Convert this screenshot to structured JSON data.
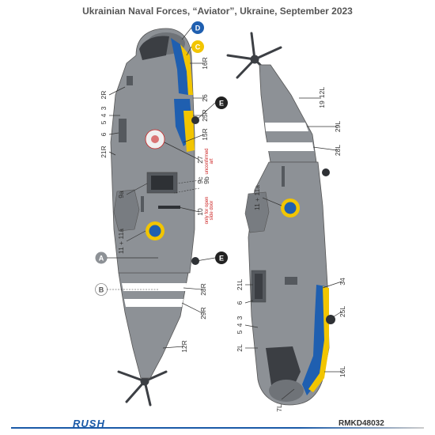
{
  "title": "Ukrainian Naval Forces, “Aviator”, Ukraine, September 2023",
  "brand": "RUSH",
  "code": "RMKD48032",
  "colors": {
    "fuselage": "#8d9196",
    "dark": "#6f7378",
    "blue": "#1f5fb0",
    "yellow": "#f2c500",
    "stripe": "#ffffff"
  },
  "badges": {
    "d": "D",
    "c": "C",
    "e1": "E",
    "e2": "E",
    "a": "A",
    "b": "B"
  },
  "left_labels": {
    "l2r": "2R",
    "l3": "3",
    "l4": "4",
    "l5": "5",
    "l6": "6",
    "l21r": "21R",
    "l9a": "9a",
    "l11": "11 + 11a"
  },
  "center_labels": {
    "c16r": "16R",
    "c26": "26",
    "c25r": "25R",
    "c15r": "15R",
    "c27": "27",
    "c9c": "9c",
    "c9b": "9b",
    "c10": "10",
    "c28r": "28R",
    "c29r": "29R",
    "c12r": "12R",
    "note1": "unconfirmed",
    "note2": "art",
    "note3": "only for open",
    "note4": "side door"
  },
  "right_labels": {
    "r19": "19",
    "r12l": "12L",
    "r29l": "29L",
    "r28l": "28L",
    "r11": "11 + 11a",
    "r21l": "21L",
    "r6": "6",
    "r3": "3",
    "r4": "4",
    "r5": "5",
    "r2l": "2L",
    "r34": "34",
    "r25l": "25L",
    "r16l": "16L",
    "r7l": "7L"
  }
}
